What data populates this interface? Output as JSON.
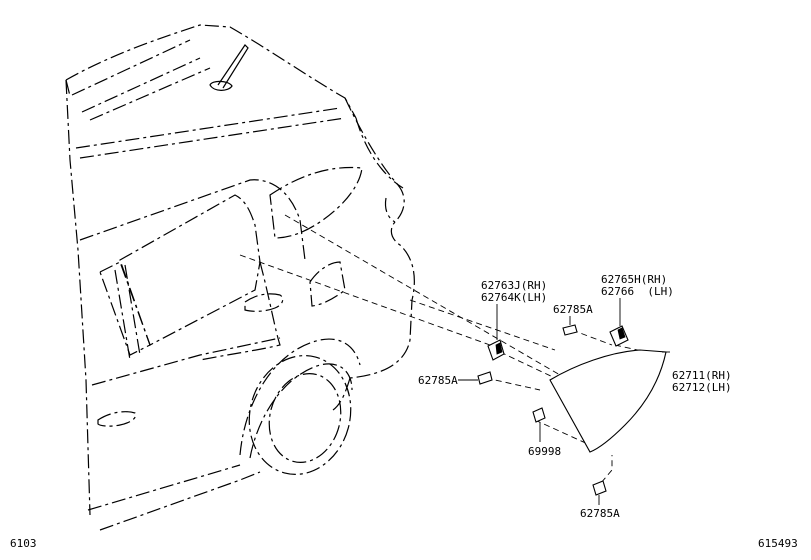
{
  "diagram": {
    "labels": {
      "clip_upper_left": "62763J(RH)",
      "clip_upper_left_2": "62764K(LH)",
      "clip_upper_right": "62765H(RH)",
      "clip_upper_right_2": "62766  (LH)",
      "clip_a_top": "62785A",
      "clip_a_left": "62785A",
      "clip_a_bottom": "62785A",
      "panel_rh": "62711(RH)",
      "panel_lh": "62712(LH)",
      "pin": "69998"
    },
    "footer": {
      "left_code": "6103",
      "right_code": "615493"
    }
  }
}
